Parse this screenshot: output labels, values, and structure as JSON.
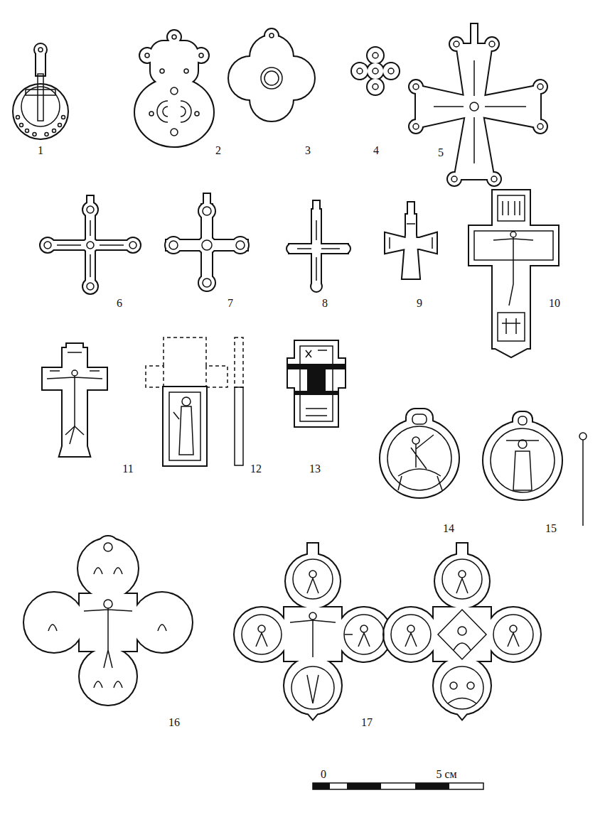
{
  "diagram": {
    "labels": [
      "1",
      "2",
      "3",
      "4",
      "5",
      "6",
      "7",
      "8",
      "9",
      "10",
      "11",
      "12",
      "13",
      "14",
      "15",
      "16",
      "17",
      "0",
      "5 см"
    ]
  }
}
